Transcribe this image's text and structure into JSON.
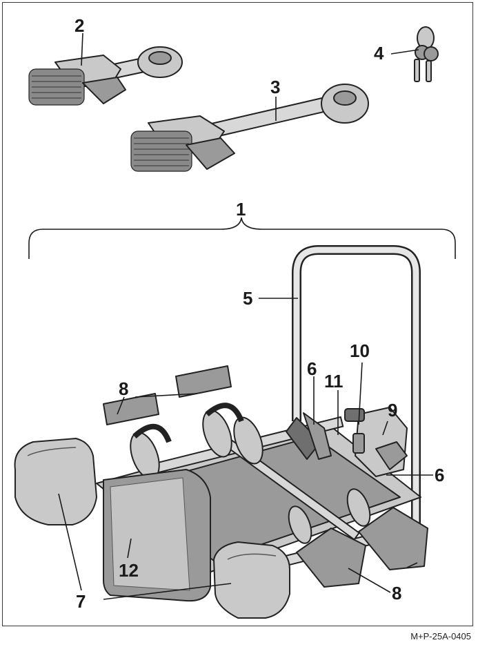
{
  "callouts": {
    "c1": "1",
    "c2": "2",
    "c3": "3",
    "c4": "4",
    "c5": "5",
    "c6a": "6",
    "c6b": "6",
    "c7a": "7",
    "c8a": "8",
    "c8b": "8",
    "c9": "9",
    "c10": "10",
    "c11": "11",
    "c12": "12"
  },
  "reference_code": "M+P-25A-0405"
}
